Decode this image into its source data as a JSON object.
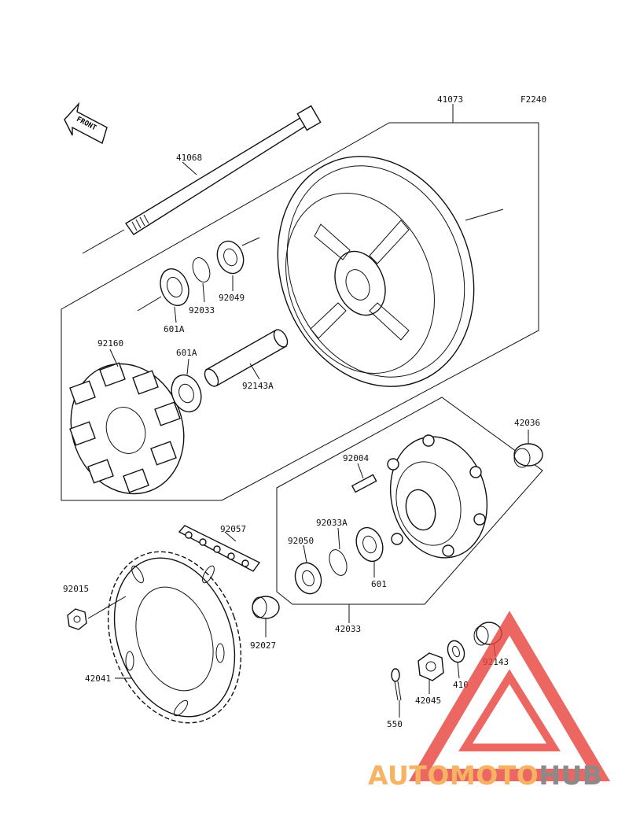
{
  "diagram": {
    "code": "F2240",
    "front_label": "FRONT"
  },
  "parts": {
    "p41073": "41073",
    "p41068": "41068",
    "p92049": "92049",
    "p92033": "92033",
    "p601A_top": "601A",
    "p92160": "92160",
    "p601A_mid": "601A",
    "p92143A": "92143A",
    "p42036": "42036",
    "p92004": "92004",
    "p92033A": "92033A",
    "p92050": "92050",
    "p601": "601",
    "p92057": "92057",
    "p92015": "92015",
    "p42033": "42033",
    "p92027": "92027",
    "p42041": "42041",
    "p92143": "92143",
    "p410": "410",
    "p42045": "42045",
    "p550": "550"
  },
  "watermark": {
    "part1": "AUTOMOTO",
    "part2": "HUB",
    "color1": "#f5b363",
    "color2": "#8a8a8a",
    "logo_color": "#e8423c"
  }
}
